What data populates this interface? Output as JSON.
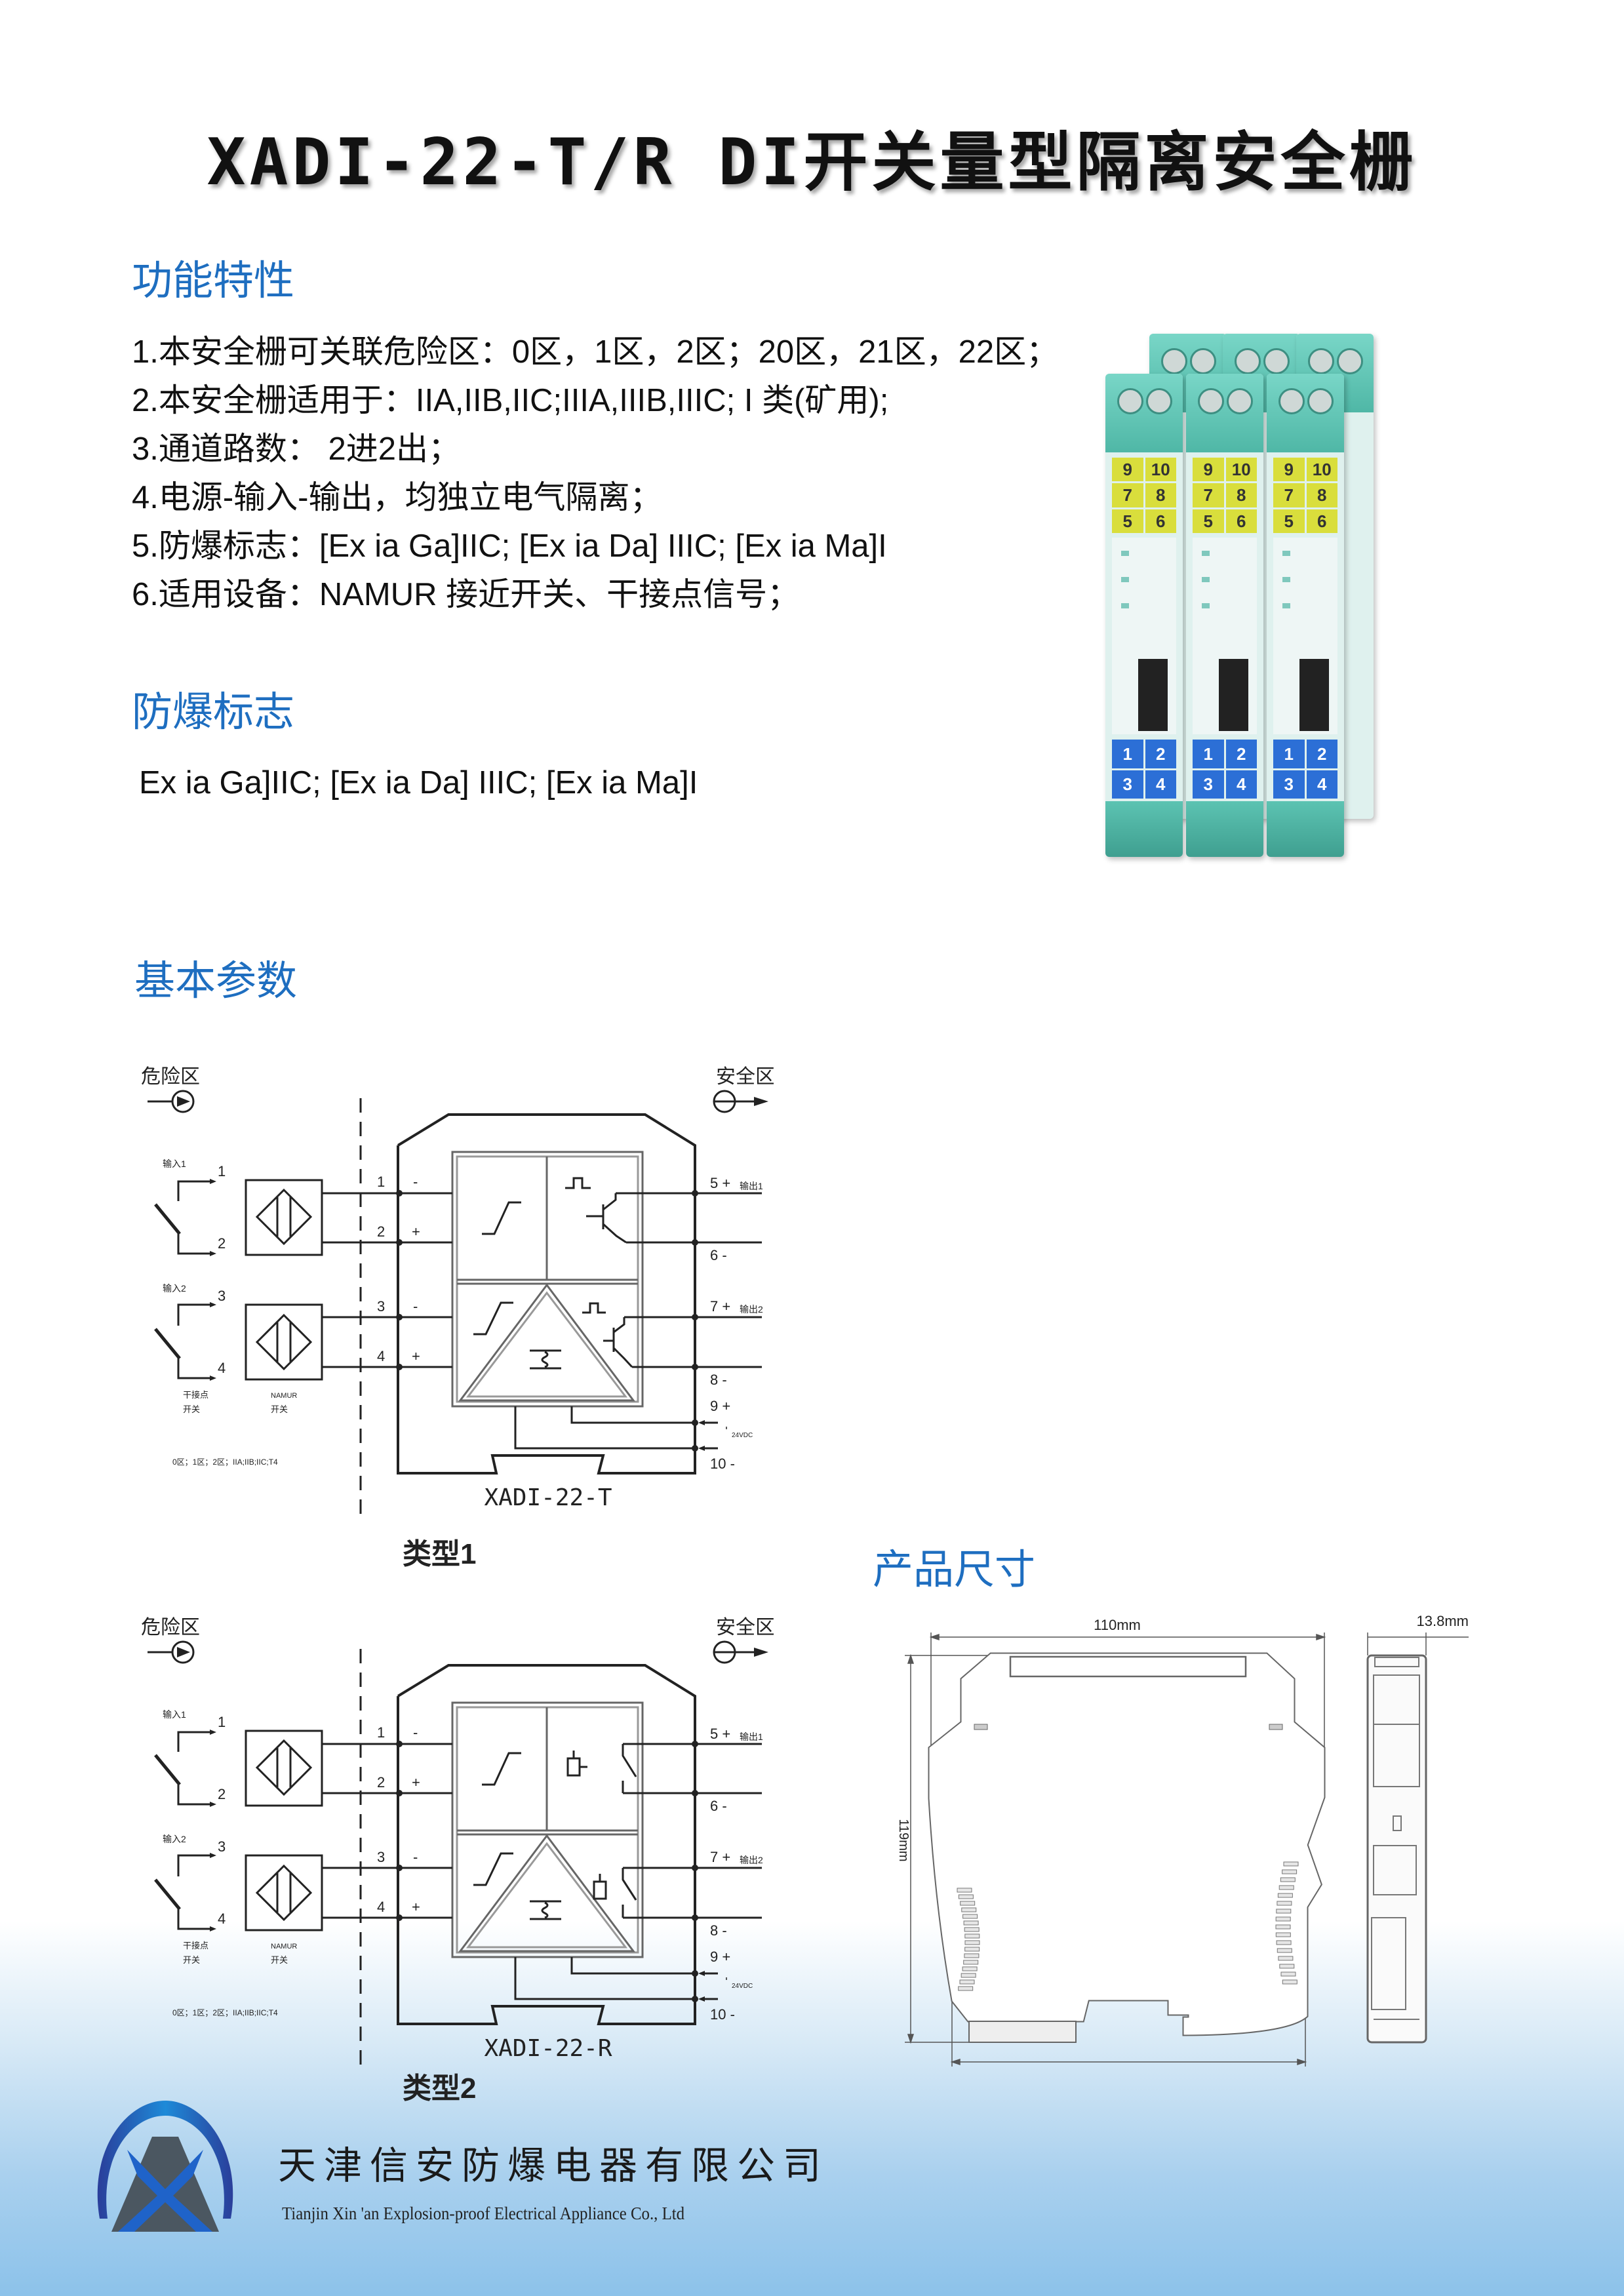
{
  "title": "XADI-22-T/R DI开关量型隔离安全栅",
  "features": {
    "heading": "功能特性",
    "items": [
      "1.本安全栅可关联危险区：0区，1区，2区；20区，21区，22区；",
      "2.本安全栅适用于：IIA,IIB,IIC;IIIA,IIIB,IIIC; I 类(矿用);",
      "3.通道路数： 2进2出；",
      "4.电源-输入-输出，均独立电气隔离；",
      "5.防爆标志：[Ex ia Ga]IIC; [Ex ia Da] IIIC; [Ex ia Ma]I",
      "6.适用设备：NAMUR 接近开关、干接点信号；"
    ]
  },
  "explosion_mark": {
    "heading": "防爆标志",
    "text": "Ex ia Ga]IIC; [Ex ia Da] IIIC; [Ex ia Ma]I"
  },
  "photo": {
    "top_terminals": [
      [
        "9",
        "10"
      ],
      [
        "7",
        "8"
      ],
      [
        "5",
        "6"
      ]
    ],
    "bottom_terminals": [
      [
        "1",
        "2"
      ],
      [
        "3",
        "4"
      ]
    ]
  },
  "params": {
    "heading": "基本参数"
  },
  "diagrams": [
    {
      "hazard_zone": "危险区",
      "safe_zone": "安全区",
      "input1": "输入1",
      "input2": "输入2",
      "dry_contact": "干接点",
      "namur": "NAMUR",
      "switch": "开关",
      "zones_note": "0区；1区；2区；IIA;IIB;IIC;T4",
      "t1": "1",
      "t2": "2",
      "t3": "3",
      "t4": "4",
      "minus": "-",
      "plus": "+",
      "o5": "5 +",
      "o6": "6 -",
      "o7": "7 +",
      "o8": "8 -",
      "o9": "9 +",
      "o10": "10 -",
      "out1": "输出1",
      "out2": "输出2",
      "supply": "24VDC",
      "model": "XADI-22-T",
      "type_label": "类型1",
      "output": "transistor"
    },
    {
      "hazard_zone": "危险区",
      "safe_zone": "安全区",
      "input1": "输入1",
      "input2": "输入2",
      "dry_contact": "干接点",
      "namur": "NAMUR",
      "switch": "开关",
      "zones_note": "0区；1区；2区；IIA;IIB;IIC;T4",
      "t1": "1",
      "t2": "2",
      "t3": "3",
      "t4": "4",
      "minus": "-",
      "plus": "+",
      "o5": "5 +",
      "o6": "6 -",
      "o7": "7 +",
      "o8": "8 -",
      "o9": "9 +",
      "o10": "10 -",
      "out1": "输出1",
      "out2": "输出2",
      "supply": "24VDC",
      "model": "XADI-22-R",
      "type_label": "类型2",
      "output": "relay"
    }
  ],
  "dimensions": {
    "heading": "产品尺寸",
    "width": "110mm",
    "height": "119mm",
    "thickness": "13.8mm"
  },
  "footer": {
    "company_cn": "天津信安防爆电器有限公司",
    "company_en": "Tianjin Xin 'an Explosion-proof Electrical Appliance Co., Ltd"
  },
  "colors": {
    "heading": "#1e6ec0",
    "terminal_yellow": "#d9de3c",
    "terminal_blue": "#2c6fd6",
    "housing_teal": "#5cc3b2"
  }
}
